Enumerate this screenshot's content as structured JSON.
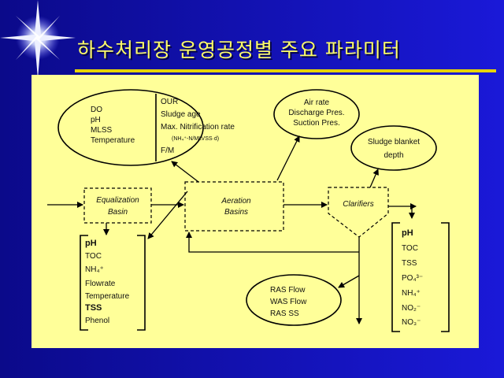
{
  "title": "하수처리장 운영공정별 주요 파라미터",
  "ellipse_params": {
    "left": [
      "DO",
      "pH",
      "MLSS",
      "Temperature"
    ],
    "right": [
      "OUR",
      "Sludge age",
      "Max. Nitrification rate",
      "(NH₄⁺-N/MLVSS·d)",
      "F/M"
    ]
  },
  "air_rate": [
    "Air rate",
    "Discharge Pres.",
    "Suction Pres."
  ],
  "sludge_blanket": [
    "Sludge blanket",
    "depth"
  ],
  "equalization": [
    "Equalization",
    "Basin"
  ],
  "aeration": [
    "Aeration",
    "Basins"
  ],
  "clarifiers": "Clarifiers",
  "influent_params": [
    "pH",
    "TOC",
    "NH₄⁺",
    "Flowrate",
    "Temperature",
    "TSS",
    "Phenol"
  ],
  "effluent_params": [
    "pH",
    "TOC",
    "TSS",
    "PO₄³⁻",
    "NH₄⁺",
    "NO₂⁻",
    "NO₃⁻"
  ],
  "ras_params": [
    "RAS Flow",
    "WAS Flow",
    "RAS SS"
  ],
  "colors": {
    "background": "#1010c8",
    "title": "#ffff66",
    "panel": "#ffff99",
    "line": "#000000"
  }
}
